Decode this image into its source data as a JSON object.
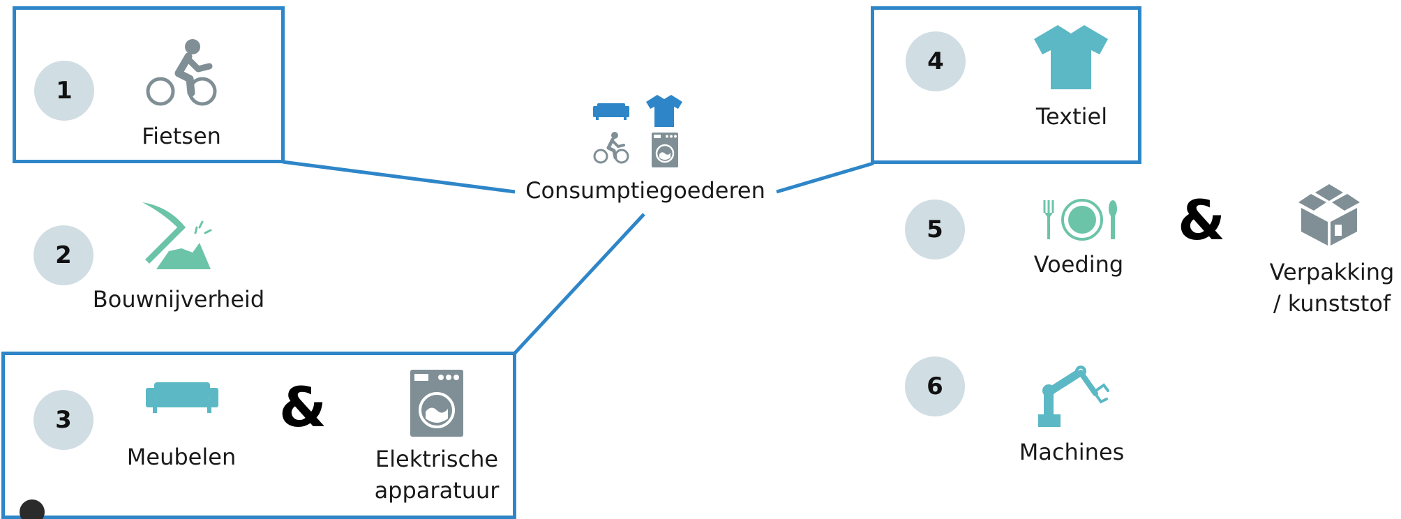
{
  "hub": {
    "label": "Consumptiegoederen"
  },
  "amp_symbol": "&",
  "items": [
    {
      "number": "1",
      "label": "Fietsen"
    },
    {
      "number": "2",
      "label": "Bouwnijverheid"
    },
    {
      "number": "3",
      "label": "Meubelen",
      "label_2": "Elektrische apparatuur"
    },
    {
      "number": "4",
      "label": "Textiel"
    },
    {
      "number": "5",
      "label": "Voeding",
      "label_2": "Verpakking / kunststof"
    },
    {
      "number": "6",
      "label": "Machines"
    }
  ],
  "colors": {
    "frame": "#2e86c8",
    "badge": "#d0dde3",
    "teal": "#5bb8c4",
    "mint": "#6cc4a8",
    "gray": "#7f8f95",
    "blue_icon": "#2e86c8"
  }
}
